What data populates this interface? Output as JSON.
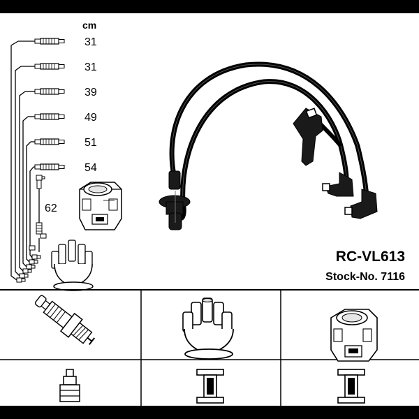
{
  "lengths": {
    "unit": "cm",
    "items": [
      "31",
      "31",
      "39",
      "49",
      "51",
      "54",
      "62"
    ]
  },
  "product": {
    "code": "RC-VL613",
    "stock_label": "Stock-No. 7116"
  }
}
